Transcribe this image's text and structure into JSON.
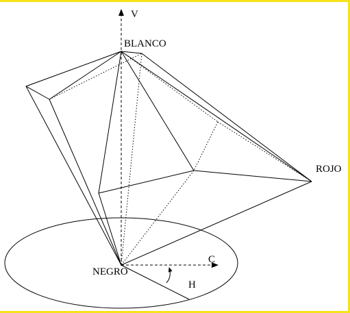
{
  "diagram": {
    "vertices": {
      "top": "BLANCO",
      "bottom": "NEGRO",
      "right": "ROJO"
    },
    "axes": {
      "vertical": "V",
      "chroma": "C",
      "hue": "H"
    }
  },
  "colors": {
    "frame": "#f7e21a",
    "line": "#000000",
    "background": "#ffffff"
  }
}
